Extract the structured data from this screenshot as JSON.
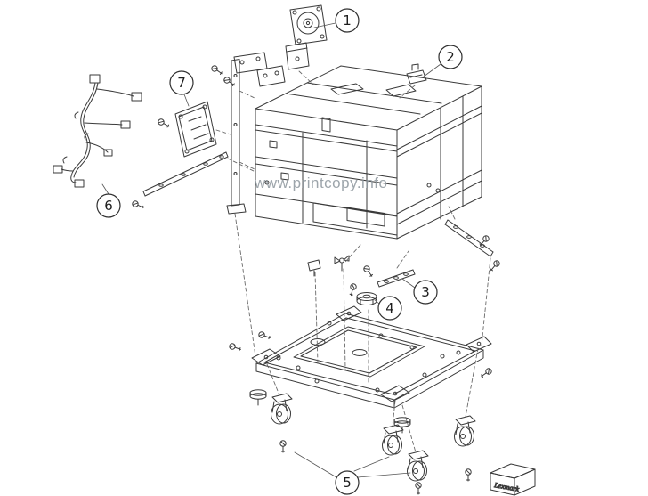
{
  "watermark": {
    "text": "www.printcopy.info",
    "color": "#8d969d"
  },
  "brand_box": {
    "label": "Lexmark"
  },
  "line_color": "#3a3a3a",
  "callouts": [
    {
      "number": "1"
    },
    {
      "number": "2"
    },
    {
      "number": "3"
    },
    {
      "number": "4"
    },
    {
      "number": "5"
    },
    {
      "number": "6"
    },
    {
      "number": "7"
    }
  ]
}
